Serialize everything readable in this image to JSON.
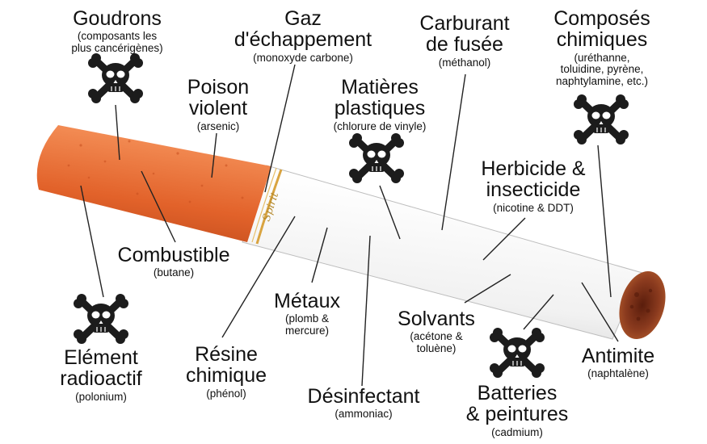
{
  "labels": {
    "goudrons": {
      "title": "Goudrons",
      "sub": "(composants les\nplus cancérigènes)"
    },
    "gaz": {
      "title": "Gaz\nd'échappement",
      "sub": "(monoxyde carbone)"
    },
    "carburant": {
      "title": "Carburant\nde fusée",
      "sub": "(méthanol)"
    },
    "composes": {
      "title": "Composés\nchimiques",
      "sub": "(uréthanne,\ntoluidine, pyrène,\nnaphtylamine, etc.)"
    },
    "poison": {
      "title": "Poison\nviolent",
      "sub": "(arsenic)"
    },
    "matieres": {
      "title": "Matières\nplastiques",
      "sub": "(chlorure de vinyle)"
    },
    "herbicide": {
      "title": "Herbicide &\ninsecticide",
      "sub": "(nicotine & DDT)"
    },
    "combustible": {
      "title": "Combustible",
      "sub": "(butane)"
    },
    "metaux": {
      "title": "Métaux",
      "sub": "(plomb &\nmercure)"
    },
    "solvants": {
      "title": "Solvants",
      "sub": "(acétone &\ntoluène)"
    },
    "element": {
      "title": "Elément\nradioactif",
      "sub": "(polonium)"
    },
    "resine": {
      "title": "Résine\nchimique",
      "sub": "(phénol)"
    },
    "desinfectant": {
      "title": "Désinfectant",
      "sub": "(ammoniac)"
    },
    "batteries": {
      "title": "Batteries\n& peintures",
      "sub": "(cadmium)"
    },
    "antimite": {
      "title": "Antimite",
      "sub": "(naphtalène)"
    }
  },
  "cigarette": {
    "brand_text": "Spirit"
  },
  "colors": {
    "filter": "#e2622a",
    "paper": "#f4f4f4",
    "gold": "#d9a441",
    "ember": "#8a3a1e",
    "skull": "#1c1c1c",
    "line": "#222222"
  },
  "icons": [
    "skull-crossbones-icon"
  ]
}
